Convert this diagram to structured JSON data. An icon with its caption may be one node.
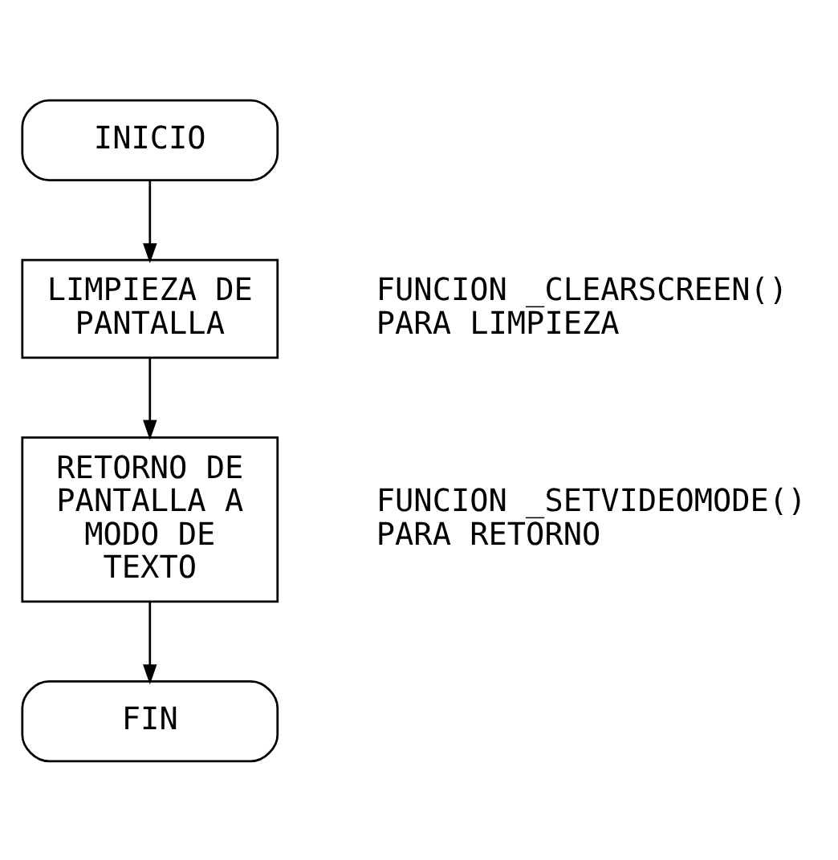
{
  "diagram": {
    "nodes": [
      {
        "text": [
          "INICIO"
        ]
      },
      {
        "text": [
          "LIMPIEZA DE PANTALLA"
        ],
        "beside": [
          "FUNCION _CLEARSCREEN() PARA LIMPIEZA"
        ]
      },
      {
        "text": [
          "RETORNO DE PANTALLA A MODO DE TEXTO"
        ],
        "beside": [
          "FUNCION _SETVIDEOMODE() PARA RETORNO"
        ]
      },
      {
        "text": [
          "FIN"
        ]
      }
    ],
    "edges": [
      {
        "from": 0,
        "to": 1,
        "arrow": "to"
      },
      {
        "from": 1,
        "to": 2,
        "arrow": "to"
      },
      {
        "from": 2,
        "to": 3,
        "arrow": "to"
      }
    ]
  }
}
